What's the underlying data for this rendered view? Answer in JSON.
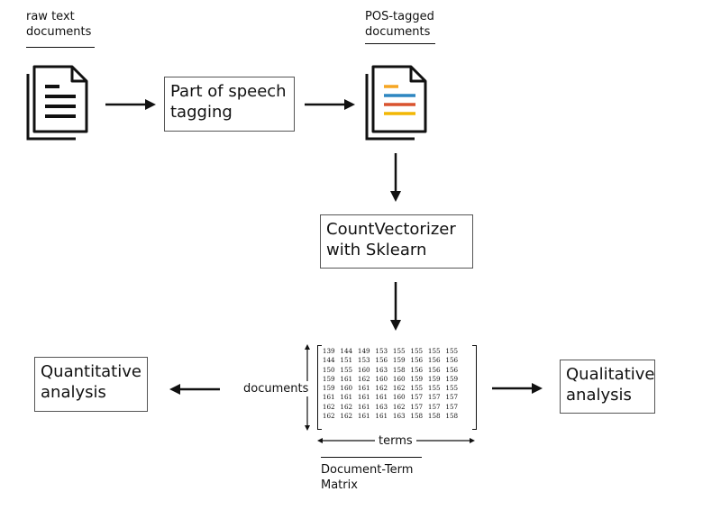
{
  "labels": {
    "raw_text": [
      "raw text",
      "documents"
    ],
    "pos_tagged": [
      "POS-tagged",
      "documents"
    ],
    "dtm": [
      "Document-Term",
      "Matrix"
    ],
    "documents_axis": "documents",
    "terms_axis": "terms"
  },
  "boxes": {
    "pos_tagging": [
      "Part of speech",
      "tagging"
    ],
    "countvectorizer": [
      "CountVectorizer",
      "with Sklearn"
    ],
    "quantitative": [
      "Quantitative",
      "analysis"
    ],
    "qualitative": [
      "Qualitative",
      "analysis"
    ]
  },
  "icons": {
    "raw_doc": "document-icon",
    "tagged_doc": "tagged-document-icon"
  },
  "colors": {
    "tag_orange": "#f5a623",
    "tag_blue": "#2e86c1",
    "tag_red": "#d9532f",
    "tag_yellow": "#f2b705"
  },
  "matrix": [
    [
      "139",
      "144",
      "149",
      "153",
      "155",
      "155",
      "155",
      "155"
    ],
    [
      "144",
      "151",
      "153",
      "156",
      "159",
      "156",
      "156",
      "156"
    ],
    [
      "150",
      "155",
      "160",
      "163",
      "158",
      "156",
      "156",
      "156"
    ],
    [
      "159",
      "161",
      "162",
      "160",
      "160",
      "159",
      "159",
      "159"
    ],
    [
      "159",
      "160",
      "161",
      "162",
      "162",
      "155",
      "155",
      "155"
    ],
    [
      "161",
      "161",
      "161",
      "161",
      "160",
      "157",
      "157",
      "157"
    ],
    [
      "162",
      "162",
      "161",
      "163",
      "162",
      "157",
      "157",
      "157"
    ],
    [
      "162",
      "162",
      "161",
      "161",
      "163",
      "158",
      "158",
      "158"
    ]
  ]
}
